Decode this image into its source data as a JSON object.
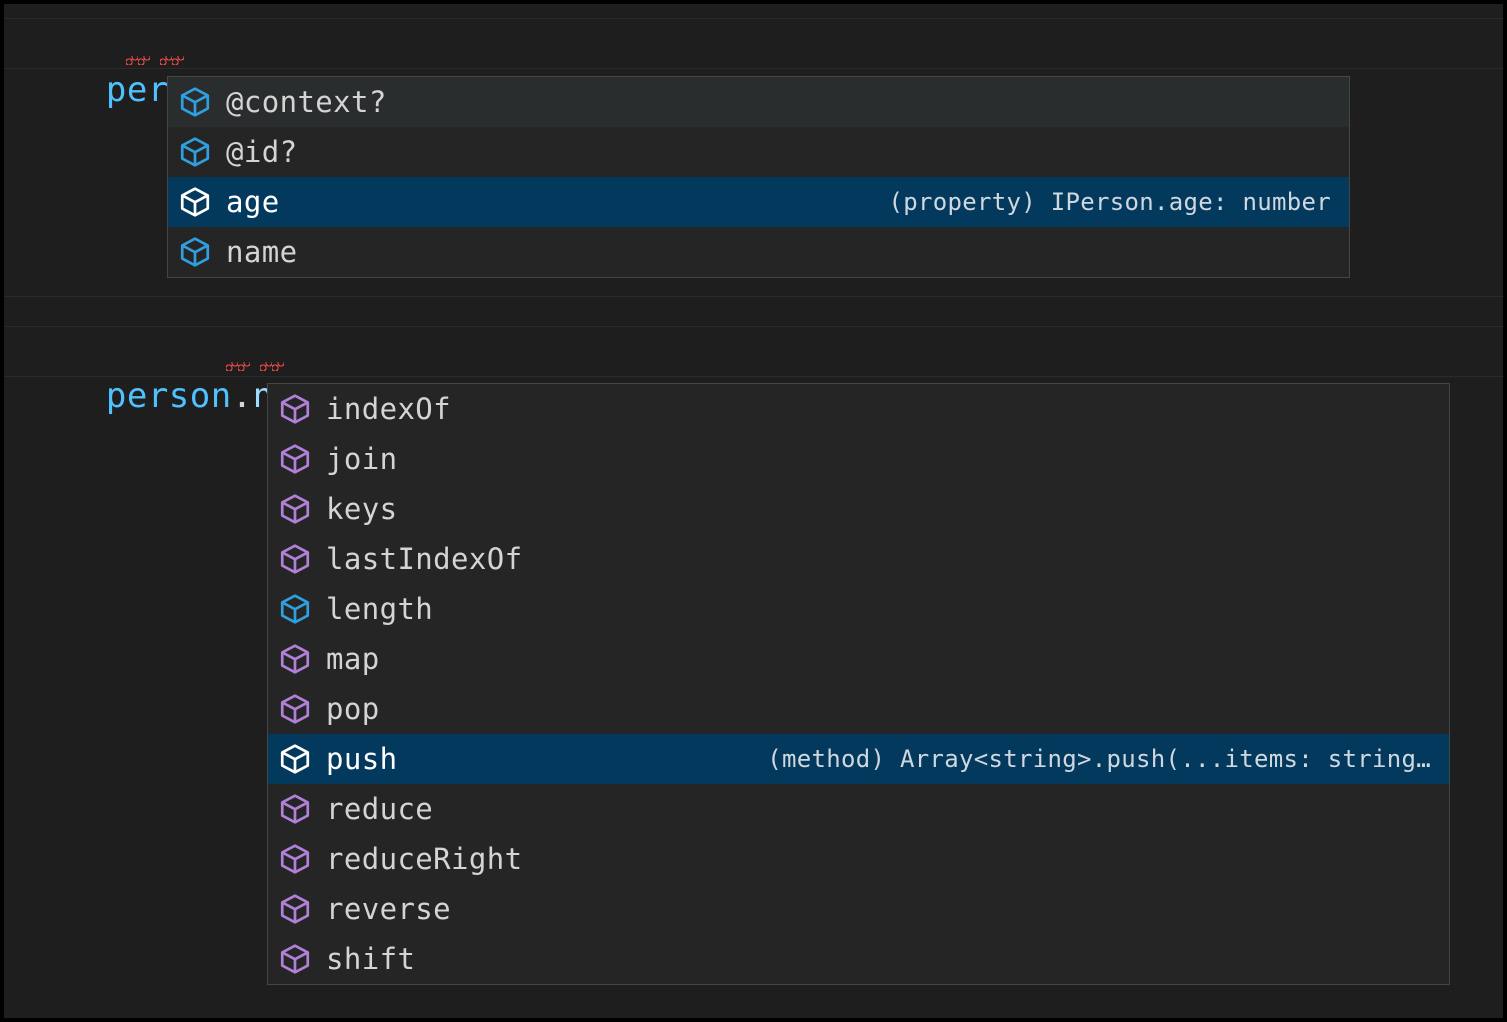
{
  "editor": {
    "background_color": "#1e1e1e",
    "lines": [
      {
        "id": "line-1",
        "tokens": [
          {
            "text": "person",
            "kind": "variable",
            "color": "#4fc1ff"
          },
          {
            "text": ".",
            "kind": "punctuation",
            "color": "#d4d4d4"
          },
          {
            "text": ";",
            "kind": "punctuation",
            "color": "#d4d4d4"
          }
        ],
        "plain": "person.;",
        "has_error_squiggle": true
      },
      {
        "id": "line-2",
        "tokens": [
          {
            "text": "person",
            "kind": "variable",
            "color": "#4fc1ff"
          },
          {
            "text": ".",
            "kind": "punctuation",
            "color": "#d4d4d4"
          },
          {
            "text": "name",
            "kind": "property",
            "color": "#9cdcfe"
          },
          {
            "text": ".",
            "kind": "punctuation",
            "color": "#d4d4d4"
          },
          {
            "text": ";",
            "kind": "punctuation",
            "color": "#d4d4d4"
          }
        ],
        "plain": "person.name.;",
        "has_error_squiggle": true
      }
    ]
  },
  "colors": {
    "selection_blue": "#04395e",
    "popup_background": "#252526",
    "popup_border": "#454545",
    "icon_property_blue": "#2f9fe0",
    "icon_method_purple": "#b180d7",
    "icon_selected_white": "#ffffff",
    "error_squiggle_red": "#f14c4c"
  },
  "suggest_widgets": [
    {
      "id": "suggest-widget-person",
      "anchor_line": "person.;",
      "selected_index": 2,
      "items": [
        {
          "label": "@context?",
          "icon": "cube-property-icon",
          "icon_kind": "property",
          "detail": ""
        },
        {
          "label": "@id?",
          "icon": "cube-property-icon",
          "icon_kind": "property",
          "detail": ""
        },
        {
          "label": "age",
          "icon": "cube-property-icon",
          "icon_kind": "property",
          "detail": "(property) IPerson.age: number"
        },
        {
          "label": "name",
          "icon": "cube-property-icon",
          "icon_kind": "property",
          "detail": ""
        }
      ]
    },
    {
      "id": "suggest-widget-person-name",
      "anchor_line": "person.name.;",
      "selected_index": 7,
      "items": [
        {
          "label": "indexOf",
          "icon": "cube-method-icon",
          "icon_kind": "method",
          "detail": ""
        },
        {
          "label": "join",
          "icon": "cube-method-icon",
          "icon_kind": "method",
          "detail": ""
        },
        {
          "label": "keys",
          "icon": "cube-method-icon",
          "icon_kind": "method",
          "detail": ""
        },
        {
          "label": "lastIndexOf",
          "icon": "cube-method-icon",
          "icon_kind": "method",
          "detail": ""
        },
        {
          "label": "length",
          "icon": "cube-property-icon",
          "icon_kind": "property",
          "detail": ""
        },
        {
          "label": "map",
          "icon": "cube-method-icon",
          "icon_kind": "method",
          "detail": ""
        },
        {
          "label": "pop",
          "icon": "cube-method-icon",
          "icon_kind": "method",
          "detail": ""
        },
        {
          "label": "push",
          "icon": "cube-method-icon",
          "icon_kind": "method",
          "detail": "(method) Array<string>.push(...items: string…"
        },
        {
          "label": "reduce",
          "icon": "cube-method-icon",
          "icon_kind": "method",
          "detail": ""
        },
        {
          "label": "reduceRight",
          "icon": "cube-method-icon",
          "icon_kind": "method",
          "detail": ""
        },
        {
          "label": "reverse",
          "icon": "cube-method-icon",
          "icon_kind": "method",
          "detail": ""
        },
        {
          "label": "shift",
          "icon": "cube-method-icon",
          "icon_kind": "method",
          "detail": ""
        }
      ]
    }
  ]
}
